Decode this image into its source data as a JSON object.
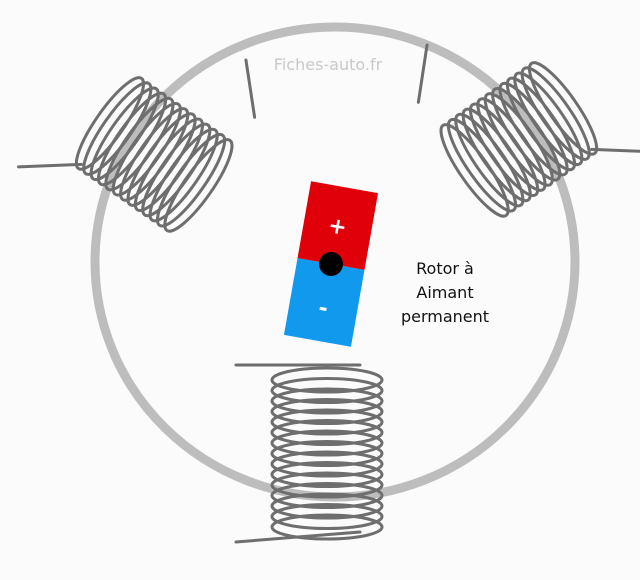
{
  "watermark": "Fiches-auto.fr",
  "rotor_label": [
    "Rotor à",
    "Aimant",
    "permanent"
  ],
  "magnet": {
    "plus_label": "+",
    "minus_label": "-"
  },
  "colors": {
    "stator_ring": "#bdbdbd",
    "coil_wire": "#6e6e6e",
    "magnet_positive": "#e0000a",
    "magnet_negative": "#1199ee",
    "rotor_axle": "#000000",
    "background": "#fbfbfb"
  }
}
